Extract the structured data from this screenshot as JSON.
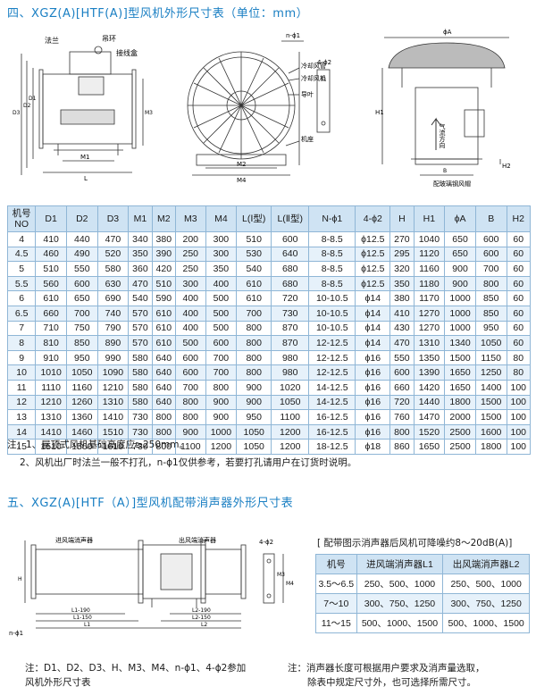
{
  "section4_title": "四、XGZ(A)[HTF(A)]型风机外形尺寸表（单位：mm）",
  "drawing1_labels": {
    "flange": "法兰",
    "lifting_ring": "吊环",
    "junction_box": "接线盒",
    "m1": "M1",
    "l": "L",
    "d1": "D1",
    "d2": "D2",
    "d3": "D3",
    "m3": "M3"
  },
  "drawing2_labels": {
    "n_phi": "n-ϕ1",
    "four_phi": "4-ϕ2",
    "cooling_pipe": "冷却风管",
    "cooling_fan": "冷却风机",
    "guide_vane": "导叶",
    "base": "机座",
    "m2": "M2",
    "m4": "M4"
  },
  "drawing3_labels": {
    "phi_a": "ϕA",
    "h1": "H1",
    "h2": "H2",
    "b": "B",
    "airflow": "气流方向",
    "cap": "配玻璃钢风帽"
  },
  "spec_table": {
    "headers": [
      "机号\nNO",
      "D1",
      "D2",
      "D3",
      "M1",
      "M2",
      "M3",
      "M4",
      "L(Ⅰ型)",
      "L(Ⅱ型)",
      "N-ϕ1",
      "4-ϕ2",
      "H",
      "H1",
      "ϕA",
      "B",
      "H2"
    ],
    "rows": [
      [
        "4",
        "410",
        "440",
        "470",
        "340",
        "380",
        "200",
        "300",
        "510",
        "600",
        "8-8.5",
        "ϕ12.5",
        "270",
        "1040",
        "650",
        "600",
        "60"
      ],
      [
        "4.5",
        "460",
        "490",
        "520",
        "350",
        "390",
        "250",
        "300",
        "530",
        "640",
        "8-8.5",
        "ϕ12.5",
        "295",
        "1120",
        "650",
        "600",
        "60"
      ],
      [
        "5",
        "510",
        "550",
        "580",
        "360",
        "420",
        "250",
        "350",
        "540",
        "680",
        "8-8.5",
        "ϕ12.5",
        "320",
        "1160",
        "900",
        "700",
        "60"
      ],
      [
        "5.5",
        "560",
        "600",
        "630",
        "470",
        "510",
        "300",
        "400",
        "610",
        "680",
        "8-8.5",
        "ϕ12.5",
        "350",
        "1180",
        "900",
        "800",
        "60"
      ],
      [
        "6",
        "610",
        "650",
        "690",
        "540",
        "590",
        "400",
        "500",
        "610",
        "720",
        "10-10.5",
        "ϕ14",
        "380",
        "1170",
        "1000",
        "850",
        "60"
      ],
      [
        "6.5",
        "660",
        "700",
        "740",
        "570",
        "610",
        "400",
        "500",
        "700",
        "730",
        "10-10.5",
        "ϕ14",
        "410",
        "1270",
        "1000",
        "850",
        "60"
      ],
      [
        "7",
        "710",
        "750",
        "790",
        "570",
        "610",
        "400",
        "500",
        "800",
        "870",
        "10-10.5",
        "ϕ14",
        "430",
        "1270",
        "1000",
        "950",
        "60"
      ],
      [
        "8",
        "810",
        "850",
        "890",
        "570",
        "610",
        "500",
        "600",
        "800",
        "870",
        "12-12.5",
        "ϕ14",
        "470",
        "1310",
        "1340",
        "1050",
        "60"
      ],
      [
        "9",
        "910",
        "950",
        "990",
        "580",
        "640",
        "600",
        "700",
        "800",
        "980",
        "12-12.5",
        "ϕ16",
        "550",
        "1350",
        "1500",
        "1150",
        "80"
      ],
      [
        "10",
        "1010",
        "1050",
        "1090",
        "580",
        "640",
        "600",
        "700",
        "800",
        "980",
        "12-12.5",
        "ϕ16",
        "600",
        "1390",
        "1650",
        "1250",
        "80"
      ],
      [
        "11",
        "1110",
        "1160",
        "1210",
        "580",
        "640",
        "700",
        "800",
        "900",
        "1020",
        "14-12.5",
        "ϕ16",
        "660",
        "1420",
        "1650",
        "1400",
        "100"
      ],
      [
        "12",
        "1210",
        "1260",
        "1310",
        "580",
        "640",
        "800",
        "900",
        "900",
        "1050",
        "14-12.5",
        "ϕ16",
        "720",
        "1440",
        "1800",
        "1500",
        "100"
      ],
      [
        "13",
        "1310",
        "1360",
        "1410",
        "730",
        "800",
        "800",
        "900",
        "950",
        "1100",
        "16-12.5",
        "ϕ16",
        "760",
        "1470",
        "2000",
        "1500",
        "100"
      ],
      [
        "14",
        "1410",
        "1460",
        "1510",
        "730",
        "800",
        "900",
        "1000",
        "1050",
        "1200",
        "16-12.5",
        "ϕ16",
        "800",
        "1520",
        "2500",
        "1600",
        "100"
      ],
      [
        "15",
        "1510",
        "1560",
        "1610",
        "730",
        "800",
        "1100",
        "1200",
        "1050",
        "1200",
        "18-12.5",
        "ϕ18",
        "860",
        "1650",
        "2500",
        "1800",
        "100"
      ]
    ]
  },
  "notes": [
    "注：1、屋顶式风机基础高度应≥250mm。",
    "2、风机出厂时法兰一般不打孔，n-ϕ1仅供参考，若要打孔请用户在订货时说明。"
  ],
  "section5_title": "五、XGZ(A)[HTF（A）]型风机配带消声器外形尺寸表",
  "drawing4_labels": {
    "inlet_muffler": "进风端消声器",
    "outlet_muffler": "出风端消声器",
    "four_phi": "4-ϕ2",
    "n_phi": "n-ϕ1",
    "l1_190": "L1-190",
    "l1_150": "L1-150",
    "l1": "L1",
    "l2_190": "L2-190",
    "l2_150": "L2-150",
    "l2": "L2",
    "h": "H",
    "m3": "M3",
    "m4": "M4"
  },
  "muffler_caption": "[ 配带图示消声器后风机可降噪约8～20dB(A)]",
  "muffler_table": {
    "headers": [
      "机号",
      "进风端消声器L1",
      "出风端消声器L2"
    ],
    "rows": [
      [
        "3.5～6.5",
        "250、500、1000",
        "250、500、1000"
      ],
      [
        "7～10",
        "300、750、1250",
        "300、750、1250"
      ],
      [
        "11～15",
        "500、1000、1500",
        "500、1000、1500"
      ]
    ]
  },
  "bottom_note_left": [
    "注：D1、D2、D3、H、M3、M4、n-ϕ1、4-ϕ2参加",
    "风机外形尺寸表"
  ],
  "bottom_note_right": [
    "注：消声器长度可根据用户要求及消声量选取，",
    "除表中规定尺寸外，也可选择所需尺寸。"
  ]
}
